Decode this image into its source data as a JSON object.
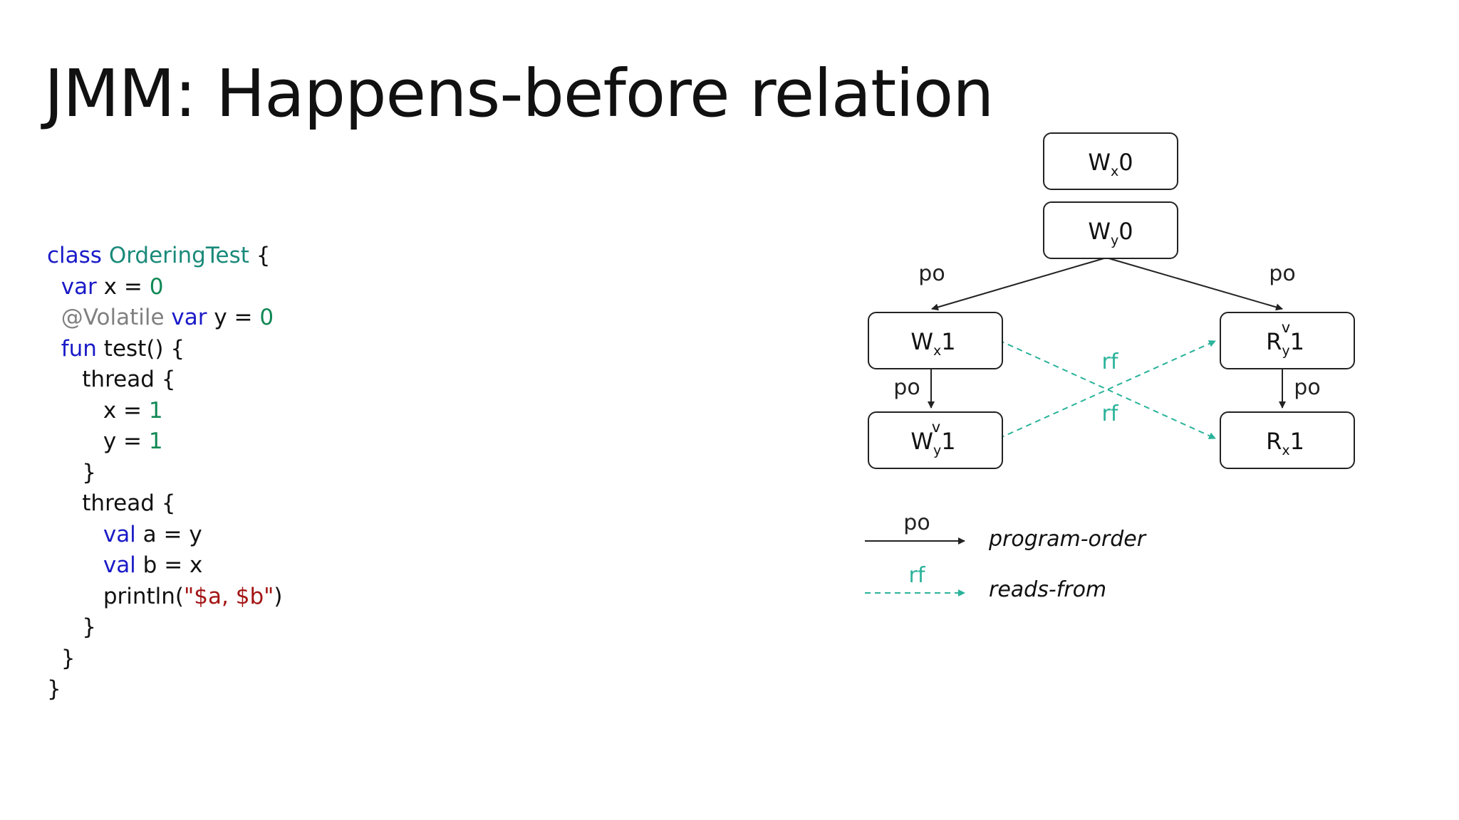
{
  "slide": {
    "title": "JMM: Happens-before relation"
  },
  "code": {
    "lines": [
      [
        {
          "t": "class ",
          "c": "kw"
        },
        {
          "t": "OrderingTest",
          "c": "cls"
        },
        {
          "t": " {",
          "c": ""
        }
      ],
      [
        {
          "t": "  ",
          "c": ""
        },
        {
          "t": "var",
          "c": "kw"
        },
        {
          "t": " x = ",
          "c": ""
        },
        {
          "t": "0",
          "c": "num"
        }
      ],
      [
        {
          "t": "  ",
          "c": ""
        },
        {
          "t": "@Volatile",
          "c": "ann"
        },
        {
          "t": " ",
          "c": ""
        },
        {
          "t": "var",
          "c": "kw"
        },
        {
          "t": " y = ",
          "c": ""
        },
        {
          "t": "0",
          "c": "num"
        }
      ],
      [
        {
          "t": "  ",
          "c": ""
        },
        {
          "t": "fun",
          "c": "kw"
        },
        {
          "t": " test() {",
          "c": ""
        }
      ],
      [
        {
          "t": "     thread {",
          "c": ""
        }
      ],
      [
        {
          "t": "        x = ",
          "c": ""
        },
        {
          "t": "1",
          "c": "num"
        }
      ],
      [
        {
          "t": "        y = ",
          "c": ""
        },
        {
          "t": "1",
          "c": "num"
        }
      ],
      [
        {
          "t": "     }",
          "c": ""
        }
      ],
      [
        {
          "t": "     thread {",
          "c": ""
        }
      ],
      [
        {
          "t": "        ",
          "c": ""
        },
        {
          "t": "val",
          "c": "kw"
        },
        {
          "t": " a = y",
          "c": ""
        }
      ],
      [
        {
          "t": "        ",
          "c": ""
        },
        {
          "t": "val",
          "c": "kw"
        },
        {
          "t": " b = x",
          "c": ""
        }
      ],
      [
        {
          "t": "        println(",
          "c": ""
        },
        {
          "t": "\"$a, $b\"",
          "c": "str"
        },
        {
          "t": ")",
          "c": ""
        }
      ],
      [
        {
          "t": "     }",
          "c": ""
        }
      ],
      [
        {
          "t": "  }",
          "c": ""
        }
      ],
      [
        {
          "t": "}",
          "c": ""
        }
      ]
    ]
  },
  "diagram": {
    "nodes": {
      "wx0": {
        "letter": "W",
        "sub": "x",
        "value": "0",
        "mark": ""
      },
      "wy0": {
        "letter": "W",
        "sub": "y",
        "value": "0",
        "mark": ""
      },
      "wx1": {
        "letter": "W",
        "sub": "x",
        "value": "1",
        "mark": ""
      },
      "wy1": {
        "letter": "W",
        "sub": "y",
        "value": "1",
        "mark": "v"
      },
      "ry1": {
        "letter": "R",
        "sub": "y",
        "value": "1",
        "mark": "v"
      },
      "rx1": {
        "letter": "R",
        "sub": "x",
        "value": "1",
        "mark": ""
      }
    },
    "edge_labels": {
      "po_left": "po",
      "po_right": "po",
      "po_left_thread": "po",
      "po_right_thread": "po",
      "rf_upper": "rf",
      "rf_lower": "rf"
    },
    "legend": {
      "po_label": "po",
      "po_text": "program-order",
      "rf_label": "rf",
      "rf_text": "reads-from"
    }
  },
  "colors": {
    "text": "#111111",
    "keyword": "#1a1ac8",
    "class_name": "#1a8a7a",
    "number": "#118855",
    "annotation": "#808080",
    "string": "#a31515",
    "rf_edge": "#2ab39a",
    "po_edge": "#222222"
  }
}
